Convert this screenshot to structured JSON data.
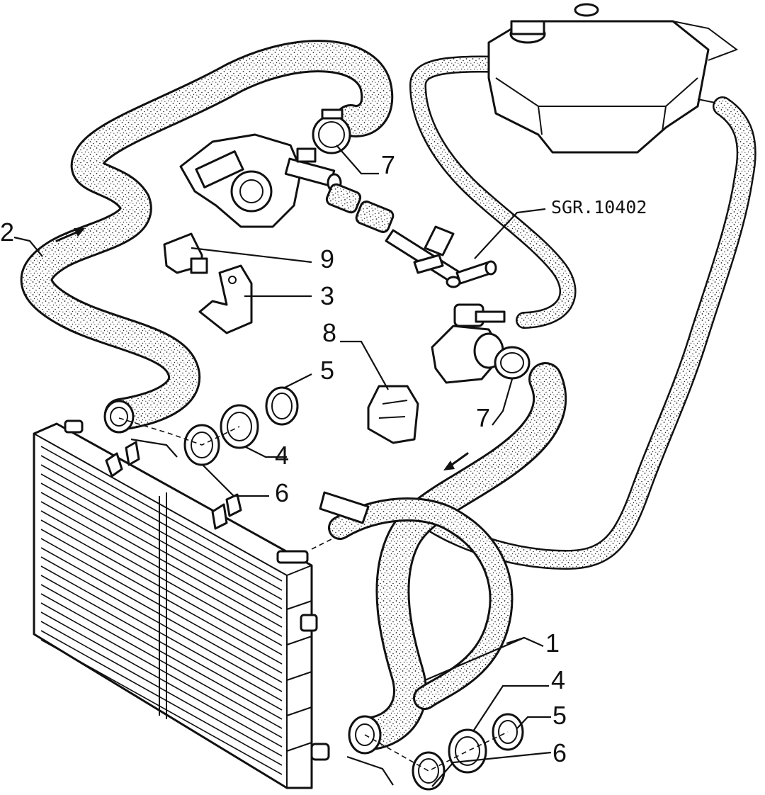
{
  "diagram": {
    "reference_code": "SGR.10402",
    "callouts": [
      {
        "id": "1",
        "label": "1"
      },
      {
        "id": "2",
        "label": "2"
      },
      {
        "id": "3",
        "label": "3"
      },
      {
        "id": "4a",
        "label": "4"
      },
      {
        "id": "4b",
        "label": "4"
      },
      {
        "id": "5a",
        "label": "5"
      },
      {
        "id": "5b",
        "label": "5"
      },
      {
        "id": "6a",
        "label": "6"
      },
      {
        "id": "6b",
        "label": "6"
      },
      {
        "id": "7a",
        "label": "7"
      },
      {
        "id": "7b",
        "label": "7"
      },
      {
        "id": "8",
        "label": "8"
      },
      {
        "id": "9",
        "label": "9"
      }
    ]
  }
}
